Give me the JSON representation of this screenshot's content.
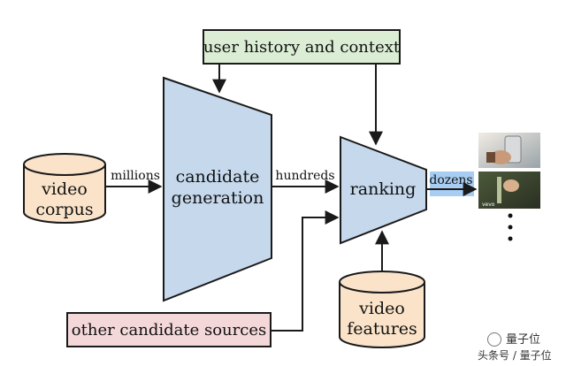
{
  "nodes": {
    "user_history": "user history and context",
    "video_corpus": [
      "video",
      "corpus"
    ],
    "candidate_generation": [
      "candidate",
      "generation"
    ],
    "ranking": "ranking",
    "video_features": [
      "video",
      "features"
    ],
    "other_sources": "other candidate sources"
  },
  "edges": {
    "millions": "millions",
    "hundreds": "hundreds",
    "dozens": "dozens"
  },
  "outputs": {
    "thumb1": "person holding smartphone",
    "thumb2": "video frame",
    "thumb2_logo": "vevo",
    "more": "⋮"
  },
  "watermark": {
    "line1": "量子位",
    "line2": "头条号 / 量子位"
  },
  "colors": {
    "green_box": "#dbeed5",
    "red_box": "#f4d7d8",
    "blue_shape": "#c5d8ec",
    "cylinder": "#fae3c9",
    "dozens_highlight": "#a7cdf2",
    "stroke": "#1a1a1a"
  }
}
